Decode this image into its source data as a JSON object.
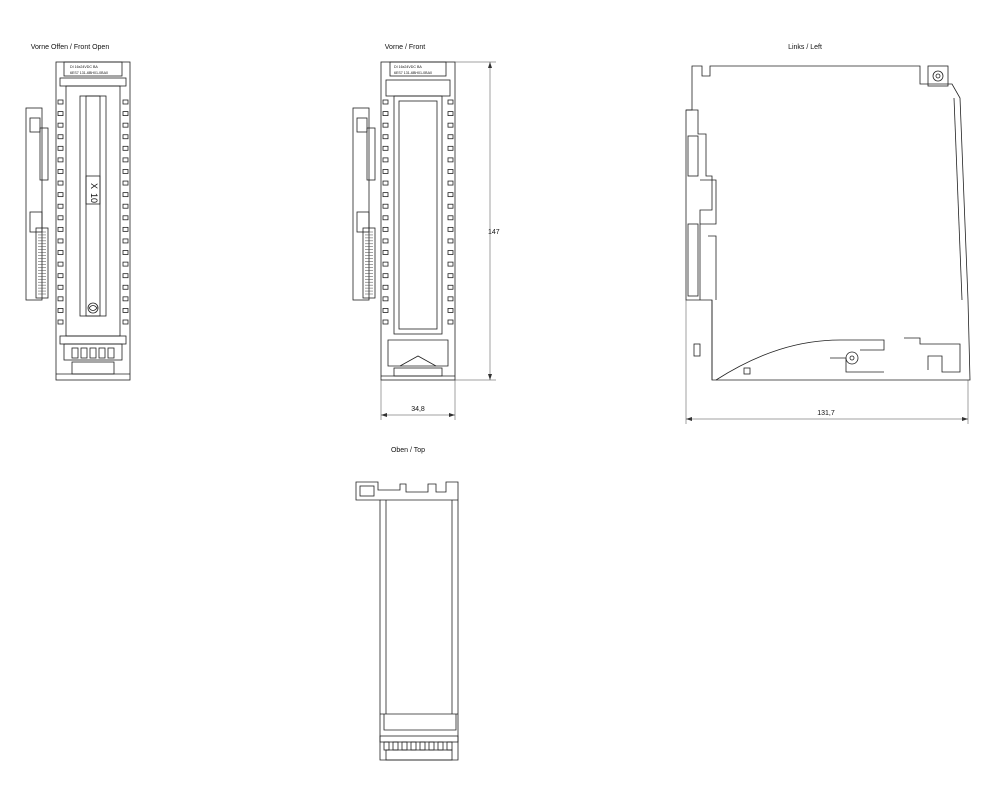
{
  "views": {
    "front_open": {
      "title": "Vorne Offen / Front Open",
      "marking_x": "X",
      "marking_num": "10"
    },
    "front": {
      "title": "Vorne / Front",
      "height_dim": "147",
      "width_dim": "34,8"
    },
    "left": {
      "title": "Links / Left",
      "depth_dim": "131,7"
    },
    "top": {
      "title": "Oben / Top"
    }
  },
  "colors": {
    "line": "#222222",
    "background": "#ffffff"
  }
}
